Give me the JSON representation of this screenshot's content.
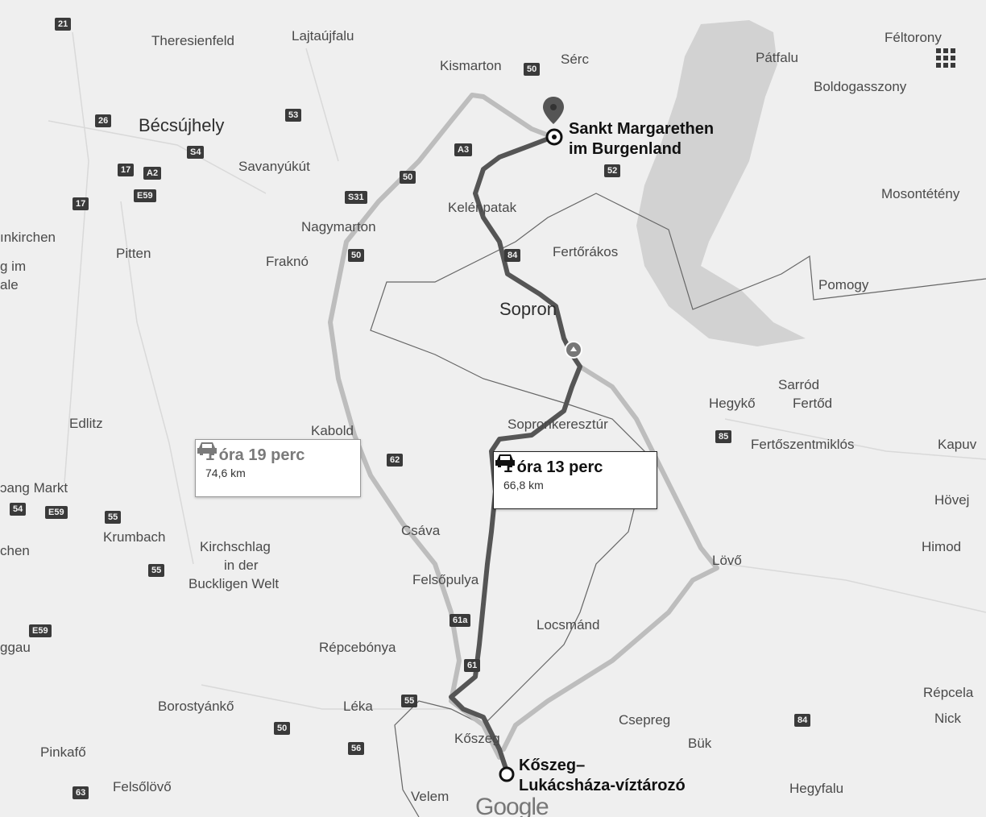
{
  "map": {
    "colors": {
      "land": "#efefef",
      "lake": "#cfcfcf",
      "route_primary": "#555555",
      "route_alt": "#bdbdbd",
      "border": "#666666",
      "shield": "#3a3a3a"
    },
    "places": [
      {
        "id": "theresienfeld",
        "name": "Theresienfeld"
      },
      {
        "id": "lajtaujfalu",
        "name": "Lajtaújfalu"
      },
      {
        "id": "kismarton",
        "name": "Kismarton"
      },
      {
        "id": "serc",
        "name": "Sérc"
      },
      {
        "id": "patfalu",
        "name": "Pátfalu"
      },
      {
        "id": "feltorony",
        "name": "Féltorony"
      },
      {
        "id": "boldogasszony",
        "name": "Boldogasszony"
      },
      {
        "id": "becsujhely",
        "name": "Bécsújhely"
      },
      {
        "id": "savanyukut",
        "name": "Savanyúkút"
      },
      {
        "id": "mosontetény",
        "name": "Mosontétény"
      },
      {
        "id": "kelenpatak",
        "name": "Kelénpatak"
      },
      {
        "id": "nagymarton",
        "name": "Nagymarton"
      },
      {
        "id": "unkirchen",
        "name": "ınkirchen"
      },
      {
        "id": "pitten",
        "name": "Pitten"
      },
      {
        "id": "frakno",
        "name": "Fraknó"
      },
      {
        "id": "fertorakos",
        "name": "Fertőrákos"
      },
      {
        "id": "gim",
        "name": "g im"
      },
      {
        "id": "ale",
        "name": "ale"
      },
      {
        "id": "pomogy",
        "name": "Pomogy"
      },
      {
        "id": "sopron",
        "name": "Sopron"
      },
      {
        "id": "sarrod",
        "name": "Sarród"
      },
      {
        "id": "hegyko",
        "name": "Hegykő"
      },
      {
        "id": "fertod",
        "name": "Fertőd"
      },
      {
        "id": "edlitz",
        "name": "Edlitz"
      },
      {
        "id": "kabold",
        "name": "Kabold"
      },
      {
        "id": "sopronkeresztur",
        "name": "Sopronkeresztúr"
      },
      {
        "id": "fertoszentmiklos",
        "name": "Fertőszentmiklós"
      },
      {
        "id": "kapuv",
        "name": "Kapuv"
      },
      {
        "id": "pang_markt",
        "name": "ɔang Markt"
      },
      {
        "id": "hovej",
        "name": "Hövej"
      },
      {
        "id": "krumbach",
        "name": "Krumbach"
      },
      {
        "id": "chen",
        "name": "chen"
      },
      {
        "id": "kirchschlag",
        "name": "Kirchschlag"
      },
      {
        "id": "in_der",
        "name": "in der"
      },
      {
        "id": "buckligen",
        "name": "Buckligen Welt"
      },
      {
        "id": "csava",
        "name": "Csáva"
      },
      {
        "id": "himod",
        "name": "Himod"
      },
      {
        "id": "lovo",
        "name": "Lövő"
      },
      {
        "id": "felsopulya",
        "name": "Felsőpulya"
      },
      {
        "id": "locsmand",
        "name": "Locsmánd"
      },
      {
        "id": "ggau",
        "name": "ggau"
      },
      {
        "id": "repcebonya",
        "name": "Répcebónya"
      },
      {
        "id": "repcela",
        "name": "Répcela"
      },
      {
        "id": "nick",
        "name": "Nick"
      },
      {
        "id": "borostyanko",
        "name": "Borostyánkő"
      },
      {
        "id": "leka",
        "name": "Léka"
      },
      {
        "id": "csepreg",
        "name": "Csepreg"
      },
      {
        "id": "koszeg",
        "name": "Kőszeg"
      },
      {
        "id": "buk",
        "name": "Bük"
      },
      {
        "id": "pinkafo",
        "name": "Pinkafő"
      },
      {
        "id": "felsolovo",
        "name": "Felsőlövő"
      },
      {
        "id": "velem",
        "name": "Velem"
      },
      {
        "id": "hegyfalu",
        "name": "Hegyfalu"
      }
    ],
    "shields": [
      {
        "id": "s21",
        "label": "21"
      },
      {
        "id": "s50a",
        "label": "50"
      },
      {
        "id": "s26",
        "label": "26"
      },
      {
        "id": "s53",
        "label": "53"
      },
      {
        "id": "sS4",
        "label": "S4"
      },
      {
        "id": "sA3",
        "label": "A3"
      },
      {
        "id": "s17a",
        "label": "17"
      },
      {
        "id": "sA2",
        "label": "A2"
      },
      {
        "id": "s52",
        "label": "52"
      },
      {
        "id": "sE59a",
        "label": "E59"
      },
      {
        "id": "s50b",
        "label": "50"
      },
      {
        "id": "sS31",
        "label": "S31"
      },
      {
        "id": "s17b",
        "label": "17"
      },
      {
        "id": "s50c",
        "label": "50"
      },
      {
        "id": "s84a",
        "label": "84"
      },
      {
        "id": "s85",
        "label": "85"
      },
      {
        "id": "s62",
        "label": "62"
      },
      {
        "id": "s54",
        "label": "54"
      },
      {
        "id": "sE59b",
        "label": "E59"
      },
      {
        "id": "s55a",
        "label": "55"
      },
      {
        "id": "s55b",
        "label": "55"
      },
      {
        "id": "sE59c",
        "label": "E59"
      },
      {
        "id": "s61a",
        "label": "61a"
      },
      {
        "id": "s61",
        "label": "61"
      },
      {
        "id": "s55c",
        "label": "55"
      },
      {
        "id": "s50d",
        "label": "50"
      },
      {
        "id": "s84b",
        "label": "84"
      },
      {
        "id": "s56",
        "label": "56"
      },
      {
        "id": "s63",
        "label": "63"
      }
    ],
    "origin": {
      "line1": "Sankt Margarethen",
      "line2": "im Burgenland"
    },
    "destination": {
      "line1": "Kőszeg–",
      "line2": "Lukácsháza-víztározó"
    },
    "routes": [
      {
        "id": "alt",
        "time": "1 óra 19 perc",
        "distance": "74,6 km",
        "selected": false
      },
      {
        "id": "primary",
        "time": "1 óra 13 perc",
        "distance": "66,8 km",
        "selected": true
      }
    ],
    "logo": "Google",
    "icons": {
      "car": "car-icon",
      "pin": "map-pin-icon",
      "grid": "grid-icon",
      "attraction": "attraction-icon"
    }
  }
}
